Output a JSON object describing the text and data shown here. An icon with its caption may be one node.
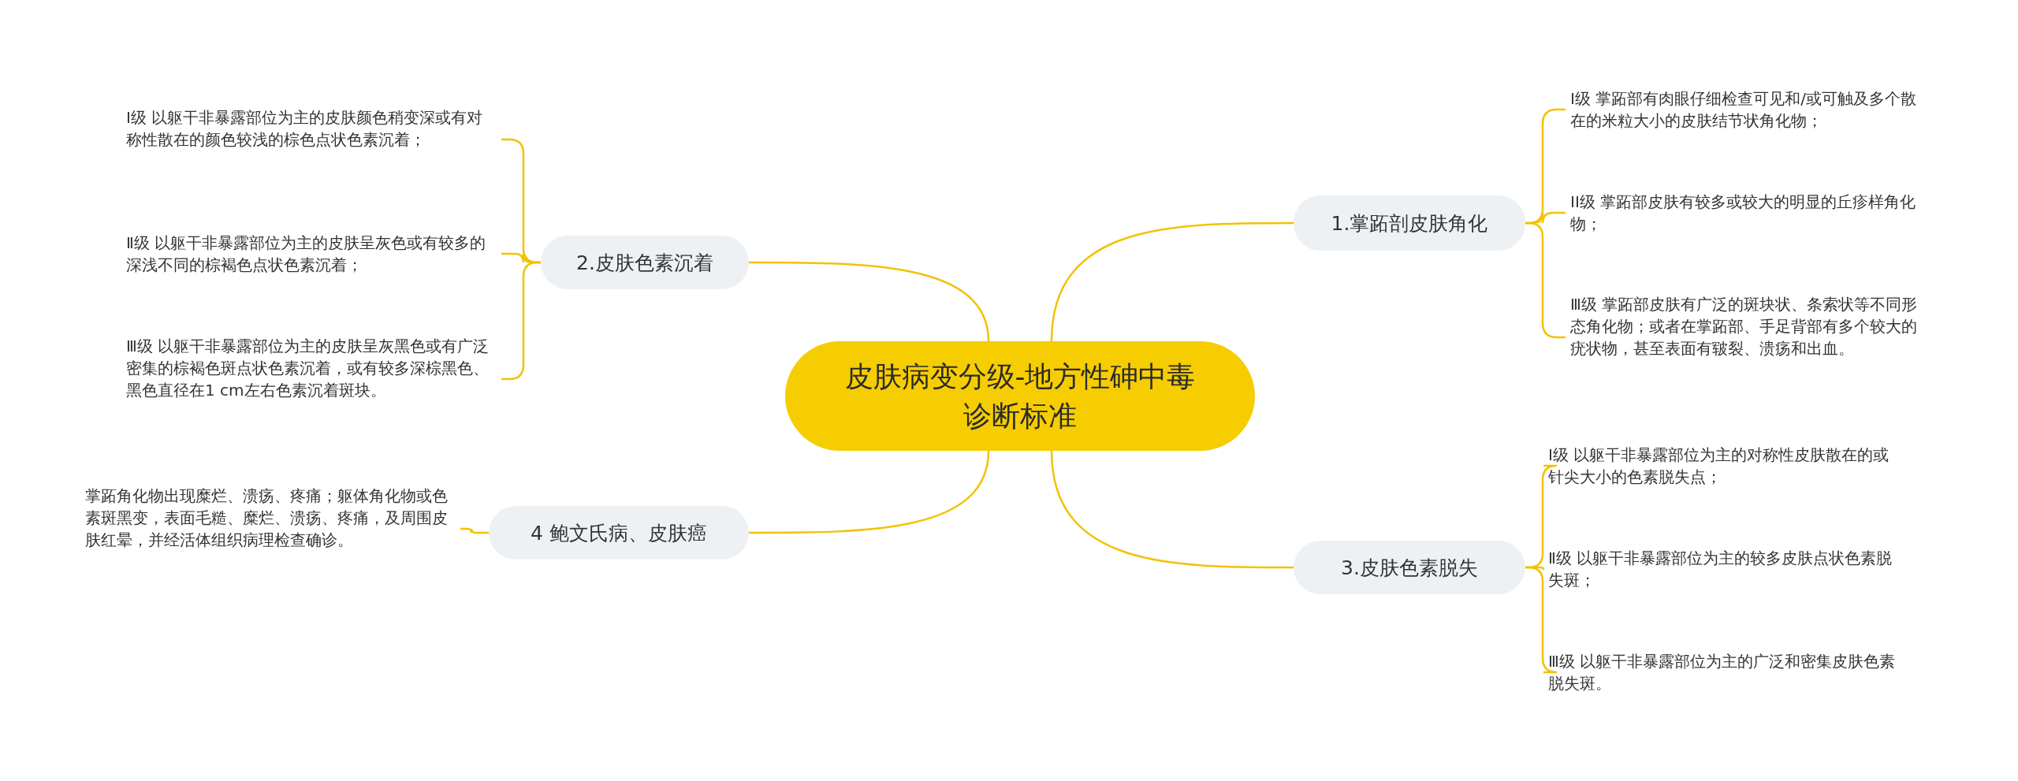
{
  "diagram": {
    "nodes": [
      {
        "text": [
          "皮肤病变分级-地方性砷中毒诊断标准"
        ]
      },
      {
        "text": [
          "1.掌跖剖皮肤角化"
        ]
      },
      {
        "text": [
          "I级 掌跖部有肉眼仔细检查可见和/或可触及多个散在的米粒大小的皮肤结节状角化物；"
        ]
      },
      {
        "text": [
          "II级 掌跖部皮肤有较多或较大的明显的丘疹样角化物；"
        ]
      },
      {
        "text": [
          "Ⅲ级 掌跖部皮肤有广泛的斑块状、条索状等不同形态角化物；或者在掌跖部、手足背部有多个较大的疣状物，甚至表面有皲裂、溃疡和出血。"
        ]
      },
      {
        "text": [
          "2.皮肤色素沉着"
        ]
      },
      {
        "text": [
          "I级 以躯干非暴露部位为主的皮肤颜色稍变深或有对称性散在的颜色较浅的棕色点状色素沉着；"
        ]
      },
      {
        "text": [
          "Ⅱ级 以躯干非暴露部位为主的皮肤呈灰色或有较多的深浅不同的棕褐色点状色素沉着；"
        ]
      },
      {
        "text": [
          "Ⅲ级 以躯干非暴露部位为主的皮肤呈灰黑色或有广泛密集的棕褐色斑点状色素沉着，或有较多深棕黑色、黑色直径在1 cm左右色素沉着斑块。"
        ]
      },
      {
        "text": [
          "3.皮肤色素脱失"
        ]
      },
      {
        "text": [
          "I级 以躯干非暴露部位为主的对称性皮肤散在的或针尖大小的色素脱失点；"
        ]
      },
      {
        "text": [
          "Ⅱ级 以躯干非暴露部位为主的较多皮肤点状色素脱失斑；"
        ]
      },
      {
        "text": [
          "Ⅲ级 以躯干非暴露部位为主的广泛和密集皮肤色素脱失斑。"
        ]
      },
      {
        "text": [
          "4 鲍文氏病、皮肤癌"
        ]
      },
      {
        "text": [
          "掌跖角化物出现糜烂、溃疡、疼痛；躯体角化物或色素斑黑变，表面毛糙、糜烂、溃疡、疼痛，及周围皮肤红晕，并经活体组织病理检查确诊。"
        ]
      }
    ],
    "edges": [
      {
        "from": 0,
        "to": 1,
        "arrow": "none"
      },
      {
        "from": 1,
        "to": 2,
        "arrow": "none"
      },
      {
        "from": 1,
        "to": 3,
        "arrow": "none"
      },
      {
        "from": 1,
        "to": 4,
        "arrow": "none"
      },
      {
        "from": 0,
        "to": 5,
        "arrow": "none"
      },
      {
        "from": 5,
        "to": 6,
        "arrow": "none"
      },
      {
        "from": 5,
        "to": 7,
        "arrow": "none"
      },
      {
        "from": 5,
        "to": 8,
        "arrow": "none"
      },
      {
        "from": 0,
        "to": 9,
        "arrow": "none"
      },
      {
        "from": 9,
        "to": 10,
        "arrow": "none"
      },
      {
        "from": 9,
        "to": 11,
        "arrow": "none"
      },
      {
        "from": 9,
        "to": 12,
        "arrow": "none"
      },
      {
        "from": 0,
        "to": 13,
        "arrow": "none"
      },
      {
        "from": 13,
        "to": 14,
        "arrow": "none"
      }
    ]
  }
}
